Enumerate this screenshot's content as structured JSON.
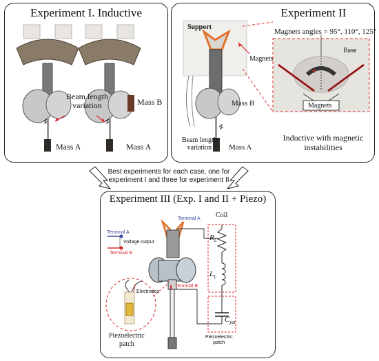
{
  "panel1": {
    "title": "Experiment I. Inductive",
    "beam_label": "Beam length\nvariation",
    "mass_b": "Mass B",
    "mass_a_left": "Mass A",
    "mass_a_right": "Mass A"
  },
  "panel2": {
    "title": "Experiment II",
    "support": "Support",
    "magnets_arrow": "Magnets",
    "angles": "Magnets angles = 95°, 110°, 125°",
    "base": "Base",
    "magnets_box": "Magnets",
    "mass_b": "Mass B",
    "mass_a": "Mass A",
    "beam_label": "Beam length\nvariation",
    "caption": "Inductive with magnetic\ninstabilities"
  },
  "middle": {
    "caption": "Best experiments for each case, one for\nexperiment I and three for experiment II"
  },
  "panel3": {
    "title": "Experiment III (Exp. I and II + Piezo)",
    "terminal_a_legend": "Terminal A",
    "voltage_output": "Voltage output",
    "terminal_b_legend": "Terminal B",
    "terminal_a": "Terminal A",
    "terminal_b": "Terminal B",
    "coil": "Coil",
    "rl": "R",
    "rl_sub": "L",
    "ll": "L",
    "ll_sub": "L",
    "cpzt": "C",
    "cpzt_sub": "pzt",
    "piezo_patch_right": "Piezoelectric\npatch",
    "electrodes": "Electrodes",
    "piezo_patch_left": "Piezoelectric\npatch"
  },
  "colors": {
    "red_dashed": "#e0262a",
    "terminal_a": "#3a48a0",
    "terminal_b": "#d42a2a",
    "orange_lever": "#e0702a",
    "panel_border": "#222222"
  }
}
